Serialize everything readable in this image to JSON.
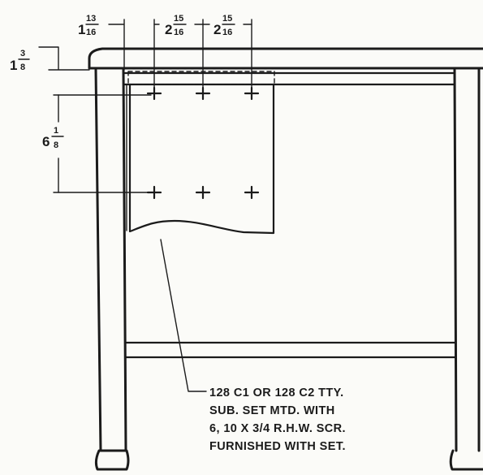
{
  "dimensions": {
    "top_offset": {
      "whole": "1",
      "num": "13",
      "den": "16"
    },
    "spacing_left": {
      "whole": "2",
      "num": "15",
      "den": "16"
    },
    "spacing_right": {
      "whole": "2",
      "num": "15",
      "den": "16"
    },
    "top_drop": {
      "whole": "1",
      "num": "3",
      "den": "8"
    },
    "vertical": {
      "whole": "6",
      "num": "1",
      "den": "8"
    }
  },
  "note": {
    "lines": [
      "128 C1 OR 128 C2 TTY.",
      "SUB. SET MTD. WITH",
      "6, 10 X 3/4 R.H.W. SCR.",
      "FURNISHED WITH SET."
    ]
  }
}
